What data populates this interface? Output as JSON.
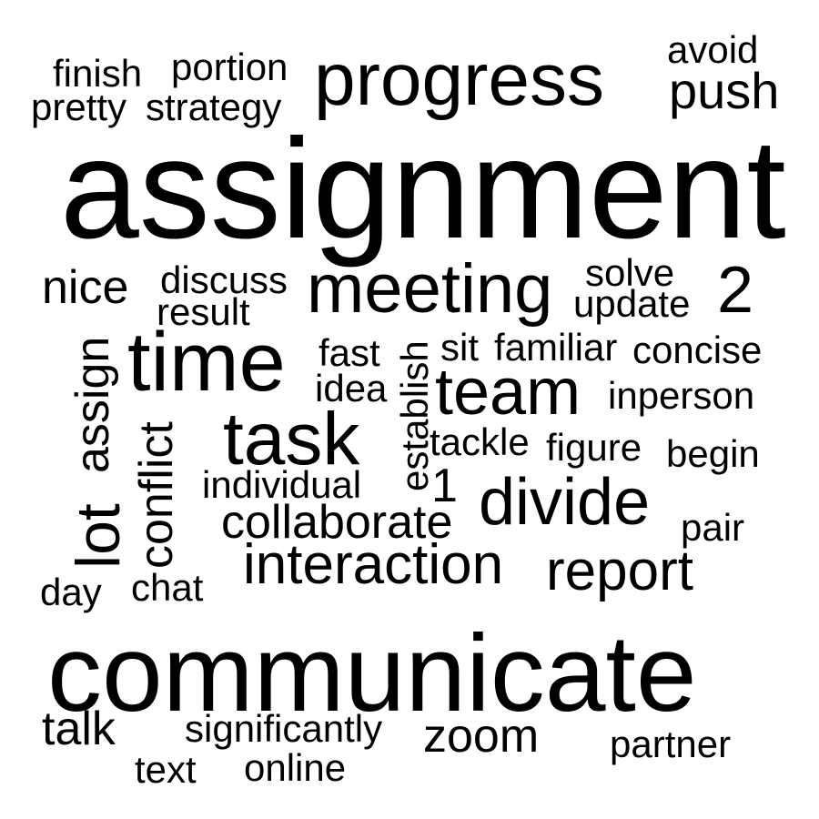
{
  "words": {
    "assignment": "assignment",
    "communicate": "communicate",
    "progress": "progress",
    "meeting": "meeting",
    "time": "time",
    "task": "task",
    "team": "team",
    "divide": "divide",
    "interaction": "interaction",
    "report": "report",
    "collaborate": "collaborate",
    "lot": "lot",
    "conflict": "conflict",
    "assign": "assign",
    "establish": "establish",
    "push": "push",
    "avoid": "avoid",
    "finish": "finish",
    "portion": "portion",
    "pretty": "pretty",
    "strategy": "strategy",
    "nice": "nice",
    "discuss": "discuss",
    "result": "result",
    "solve": "solve",
    "update": "update",
    "two": "2",
    "fast": "fast",
    "idea": "idea",
    "sit": "sit",
    "familiar": "familiar",
    "concise": "concise",
    "inperson": "inperson",
    "tackle": "tackle",
    "figure": "figure",
    "begin": "begin",
    "individual": "individual",
    "one": "1",
    "pair": "pair",
    "day": "day",
    "chat": "chat",
    "talk": "talk",
    "significantly": "significantly",
    "zoom": "zoom",
    "partner": "partner",
    "text": "text",
    "online": "online"
  }
}
